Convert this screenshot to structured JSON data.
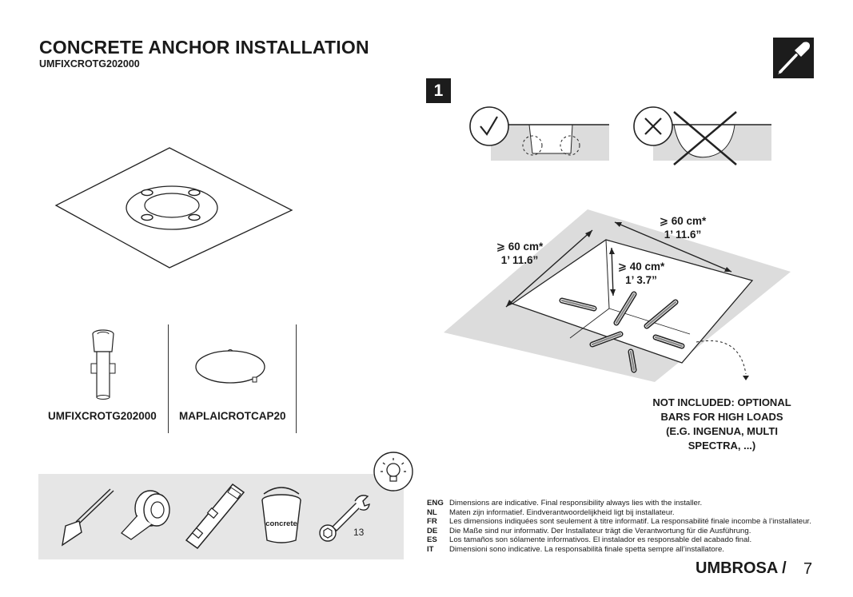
{
  "header": {
    "title": "CONCRETE ANCHOR INSTALLATION",
    "code": "UMFIXCROTG202000"
  },
  "step": {
    "number": "1"
  },
  "icons": {
    "tool_badge": "screwdriver-icon",
    "check": "checkmark-icon",
    "cross": "cross-icon",
    "tip": "lightbulb-icon"
  },
  "parts": [
    {
      "label": "UMFIXCROTG202000"
    },
    {
      "label": "MAPLAICROTCAP20"
    }
  ],
  "tools": [
    {
      "icon": "trowel-icon"
    },
    {
      "icon": "tape-roll-icon"
    },
    {
      "icon": "spirit-level-icon"
    },
    {
      "icon": "bucket-icon",
      "label": "concrete"
    },
    {
      "icon": "wrench-icon",
      "label": "13"
    }
  ],
  "dimensions": {
    "width": {
      "metric": "⩾ 60 cm*",
      "imperial": "1’ 11.6”"
    },
    "length": {
      "metric": "⩾ 60 cm*",
      "imperial": "1’ 11.6”"
    },
    "depth": {
      "metric": "⩾ 40 cm*",
      "imperial": "1’ 3.7”"
    }
  },
  "note": {
    "lines": [
      "NOT INCLUDED: OPTIONAL",
      "BARS FOR HIGH LOADS",
      "(E.G. INGENUA, MULTI",
      "SPECTRA, ...)"
    ]
  },
  "disclaimers": [
    {
      "code": "ENG",
      "text": "Dimensions are indicative. Final responsibility always lies with the installer."
    },
    {
      "code": "NL",
      "text": "Maten zijn informatief. Eindverantwoordelijkheid ligt bij installateur."
    },
    {
      "code": "FR",
      "text": "Les dimensions indiquées sont seulement à titre informatif. La responsabilité finale incombe à l’installateur."
    },
    {
      "code": "DE",
      "text": "Die Maße sind nur informativ.  Der Installateur trägt die Verantwortung für die Ausführung."
    },
    {
      "code": "ES",
      "text": "Los tamaños son sólamente informativos. El instalador es responsable del acabado final."
    },
    {
      "code": "IT",
      "text": "Dimensioni sono indicative. La responsabilità finale spetta sempre all’installatore."
    }
  ],
  "footer": {
    "brand": "UMBROSA /",
    "page": "7"
  },
  "colors": {
    "ink": "#1a1a1a",
    "panel": "#e6e6e6",
    "ground": "#dcdcdc"
  }
}
